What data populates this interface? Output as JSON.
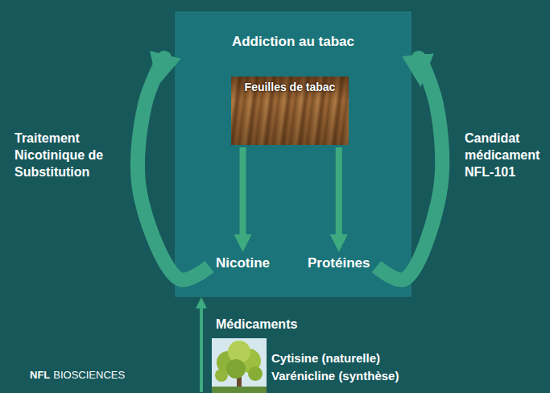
{
  "diagram": {
    "nodes": [
      {
        "text": [
          "Addiction au tabac"
        ]
      },
      {
        "text": [
          "Feuilles de tabac"
        ],
        "in": 0
      },
      {
        "text": [
          "Nicotine"
        ],
        "in": 0
      },
      {
        "text": [
          "Protéines"
        ],
        "in": 0
      },
      {
        "text": [
          "Médicaments",
          "Cytisine (naturelle)",
          "Varénicline (synthèse)"
        ]
      }
    ],
    "edges": [
      {
        "from": 1,
        "to": 2,
        "arrow": "to"
      },
      {
        "from": 1,
        "to": 3,
        "arrow": "to"
      },
      {
        "from": 2,
        "to": 0,
        "label": "Traitement Nicotinique de Substitution",
        "arrow": "to"
      },
      {
        "from": 3,
        "to": 0,
        "label": "Candidat médicament NFL-101",
        "arrow": "to"
      },
      {
        "from": 4,
        "to": 0,
        "arrow": "to"
      }
    ],
    "labels": [
      "NFL",
      "BIOSCIENCES"
    ]
  }
}
